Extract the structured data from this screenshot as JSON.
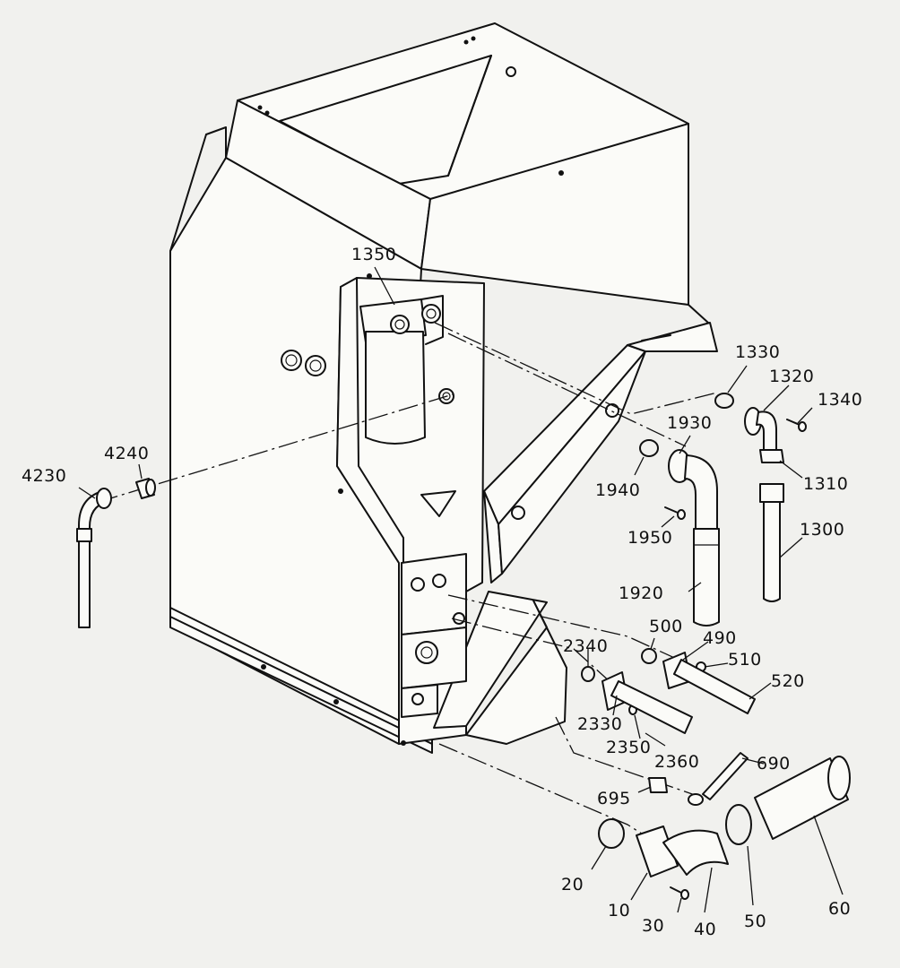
{
  "part_labels": {
    "p1350": "1350",
    "p1330": "1330",
    "p1320": "1320",
    "p1340": "1340",
    "p1930": "1930",
    "p1940": "1940",
    "p1310": "1310",
    "p1950": "1950",
    "p1300": "1300",
    "p4240": "4240",
    "p4230": "4230",
    "p1920": "1920",
    "p500": "500",
    "p490": "490",
    "p510": "510",
    "p520": "520",
    "p2340": "2340",
    "p2330": "2330",
    "p2350": "2350",
    "p2360": "2360",
    "p690": "690",
    "p695": "695",
    "p20": "20",
    "p10": "10",
    "p30": "30",
    "p40": "40",
    "p50": "50",
    "p60": "60"
  }
}
